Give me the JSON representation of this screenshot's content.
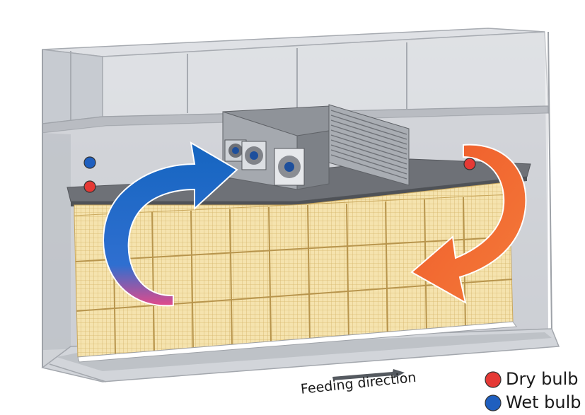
{
  "legend": {
    "items": [
      {
        "label": "Dry bulb",
        "color": "#e53935"
      },
      {
        "label": "Wet bulb",
        "color": "#1f5fbf"
      }
    ]
  },
  "feeding": {
    "label": "Feeding direction"
  },
  "airflow": {
    "left_arrow_color": "#1565c0",
    "left_arrow_tail_color": "#e24a8a",
    "right_arrow_color": "#f26a2e"
  },
  "colors": {
    "chamber": "#c9ccd2",
    "shelf": "#6b6e74",
    "load": "#f3dfa8",
    "load_grid": "#d9b86e"
  }
}
